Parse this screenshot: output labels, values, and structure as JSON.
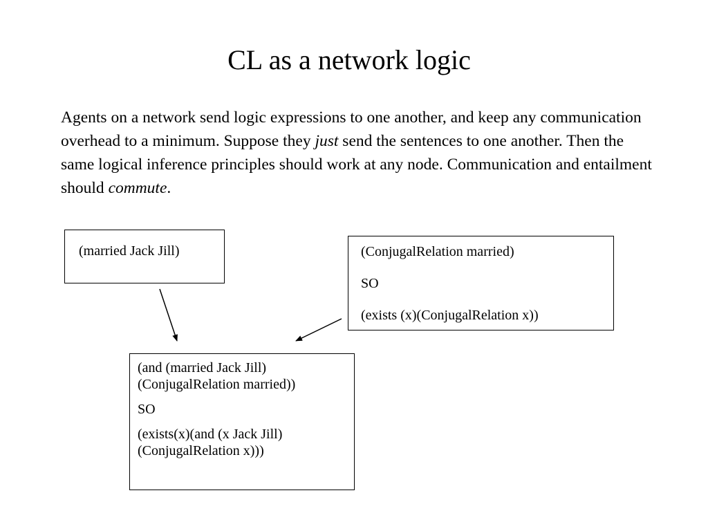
{
  "slide": {
    "title": "CL as a network logic",
    "paragraph": {
      "p1": "Agents on a network send logic expressions to one another, and keep any communication overhead to a minimum. Suppose they ",
      "em1": "just",
      "p2": " send the sentences to one another.  Then the same logical inference principles should work at any node.  Communication and entailment should ",
      "em2": "commute",
      "p3": "."
    }
  },
  "boxes": {
    "box1": {
      "text": "(married Jack Jill)"
    },
    "box2": {
      "lines": [
        "(ConjugalRelation married)",
        "SO",
        "(exists (x)(ConjugalRelation x))"
      ]
    },
    "box3": {
      "premise": [
        "(and (married Jack Jill)",
        "(ConjugalRelation married))"
      ],
      "so": "SO",
      "conclusion": [
        "(exists(x)(and (x Jack Jill)",
        "(ConjugalRelation x)))"
      ]
    }
  }
}
